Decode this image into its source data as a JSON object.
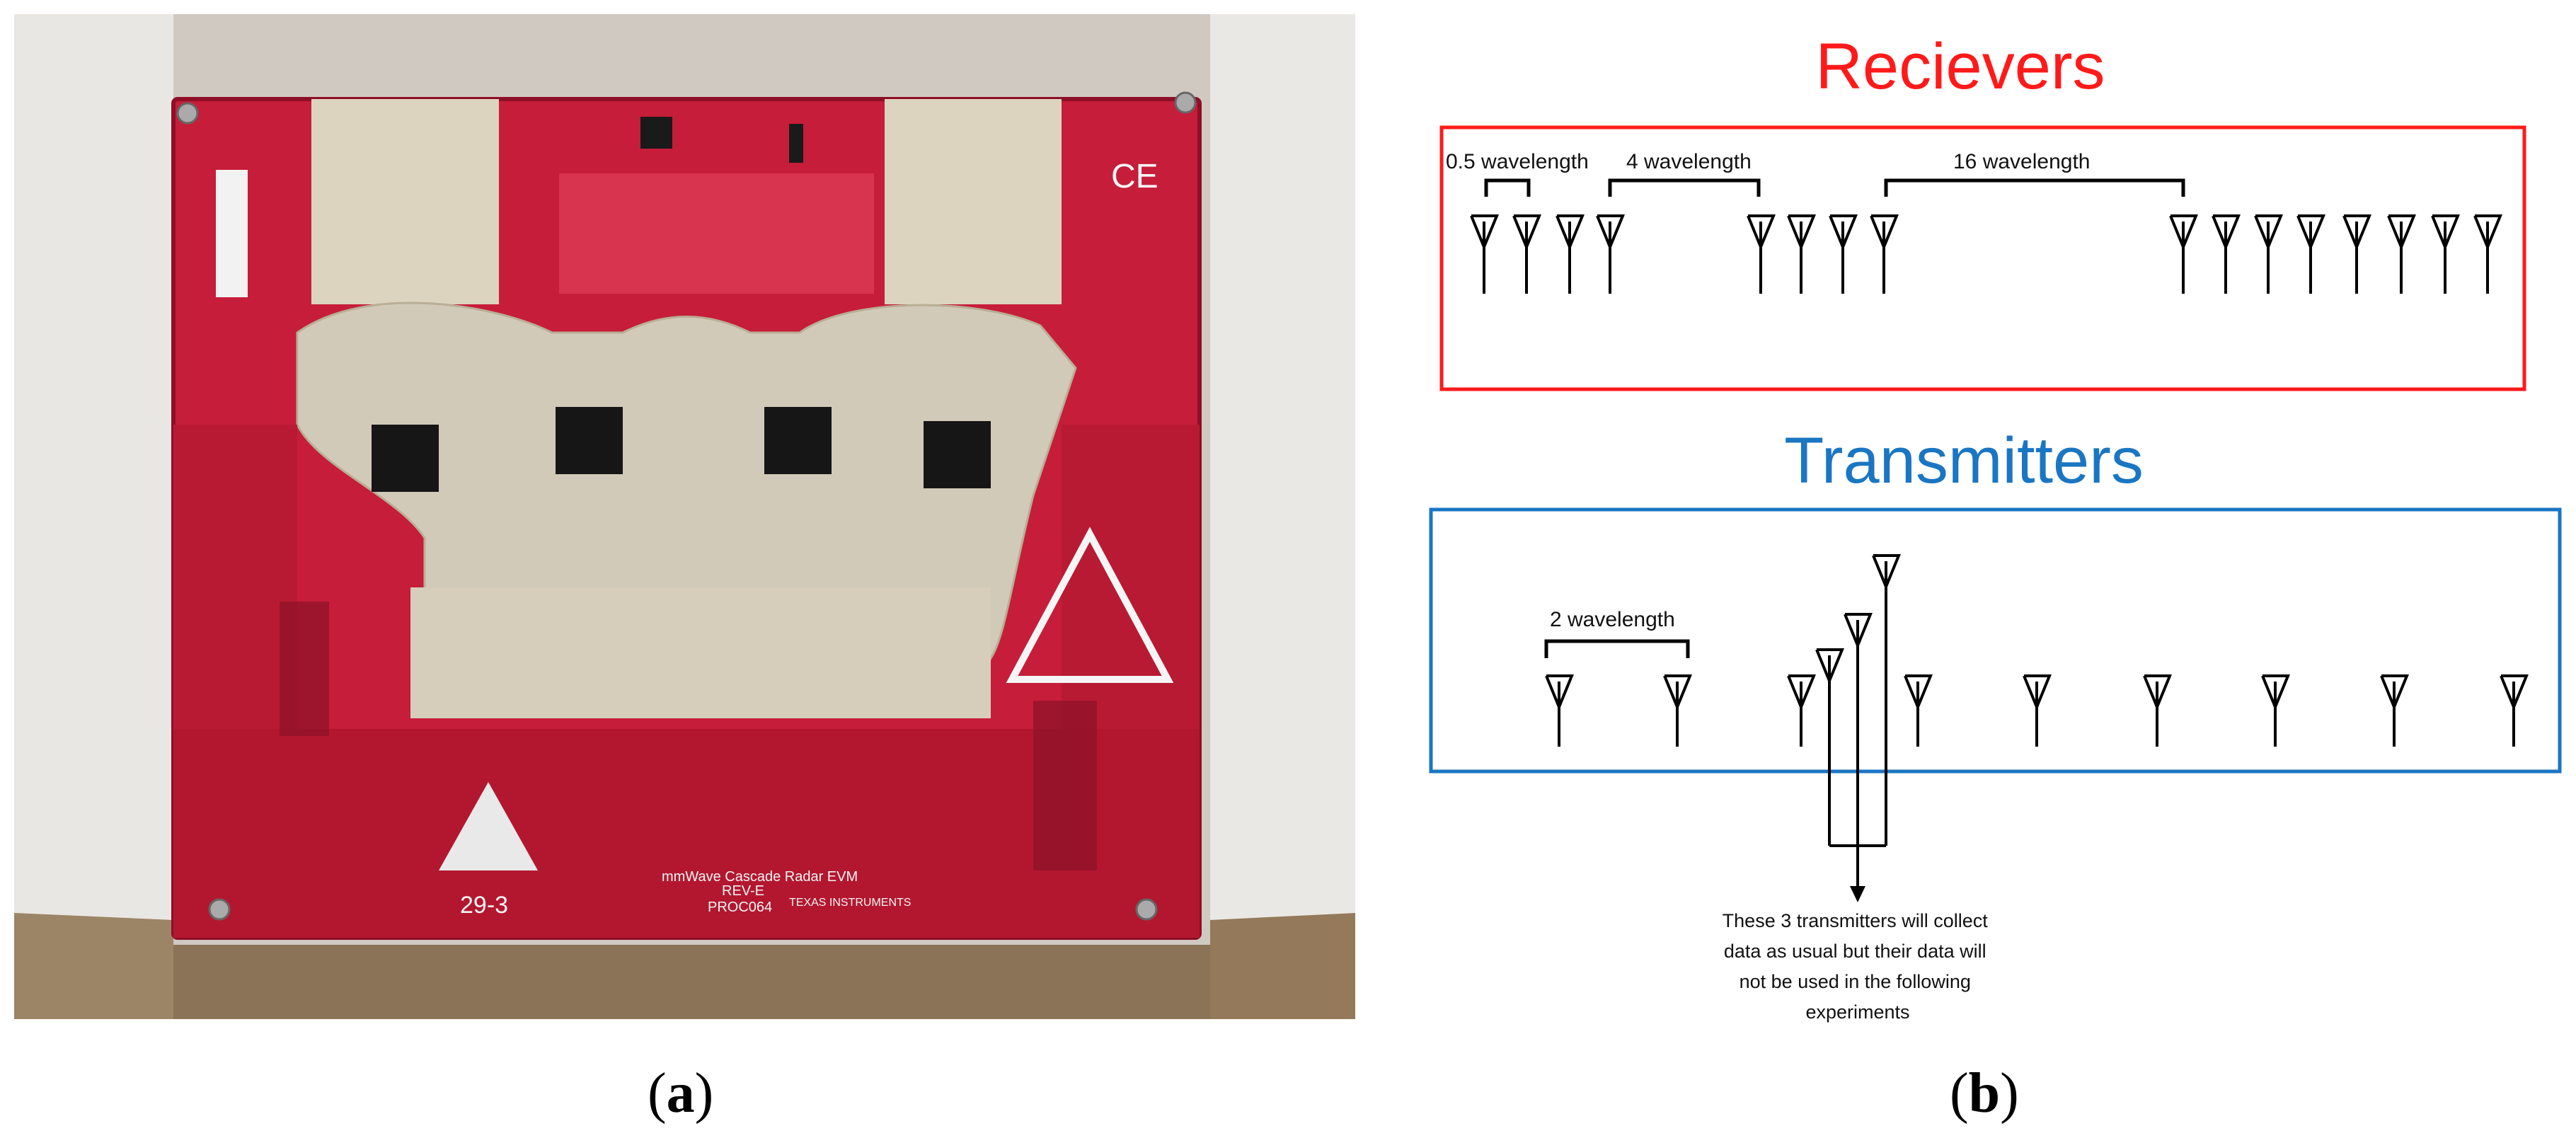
{
  "figure": {
    "panel_a": {
      "caption_letter": "a",
      "board": {
        "board_id": "29-3",
        "product_name": "mmWave Cascade Radar EVM",
        "revision": "REV-E",
        "part_number": "PROC064",
        "manufacturer": "TEXAS INSTRUMENTS",
        "board_color": "#c81e3c"
      }
    },
    "panel_b": {
      "caption_letter": "b",
      "receivers": {
        "title": "Recievers",
        "color": "#ff1a1a",
        "spacing_labels": [
          "0.5 wavelength",
          "4 wavelength",
          "16 wavelength"
        ],
        "antenna_count": 16
      },
      "transmitters": {
        "title": "Transmitters",
        "color": "#1a76c2",
        "spacing_label": "2 wavelength",
        "antenna_count": 12,
        "note_lines": [
          "These 3 transmitters will collect",
          "data as usual but their data will",
          "not be used in the following",
          "experiments"
        ]
      }
    }
  }
}
